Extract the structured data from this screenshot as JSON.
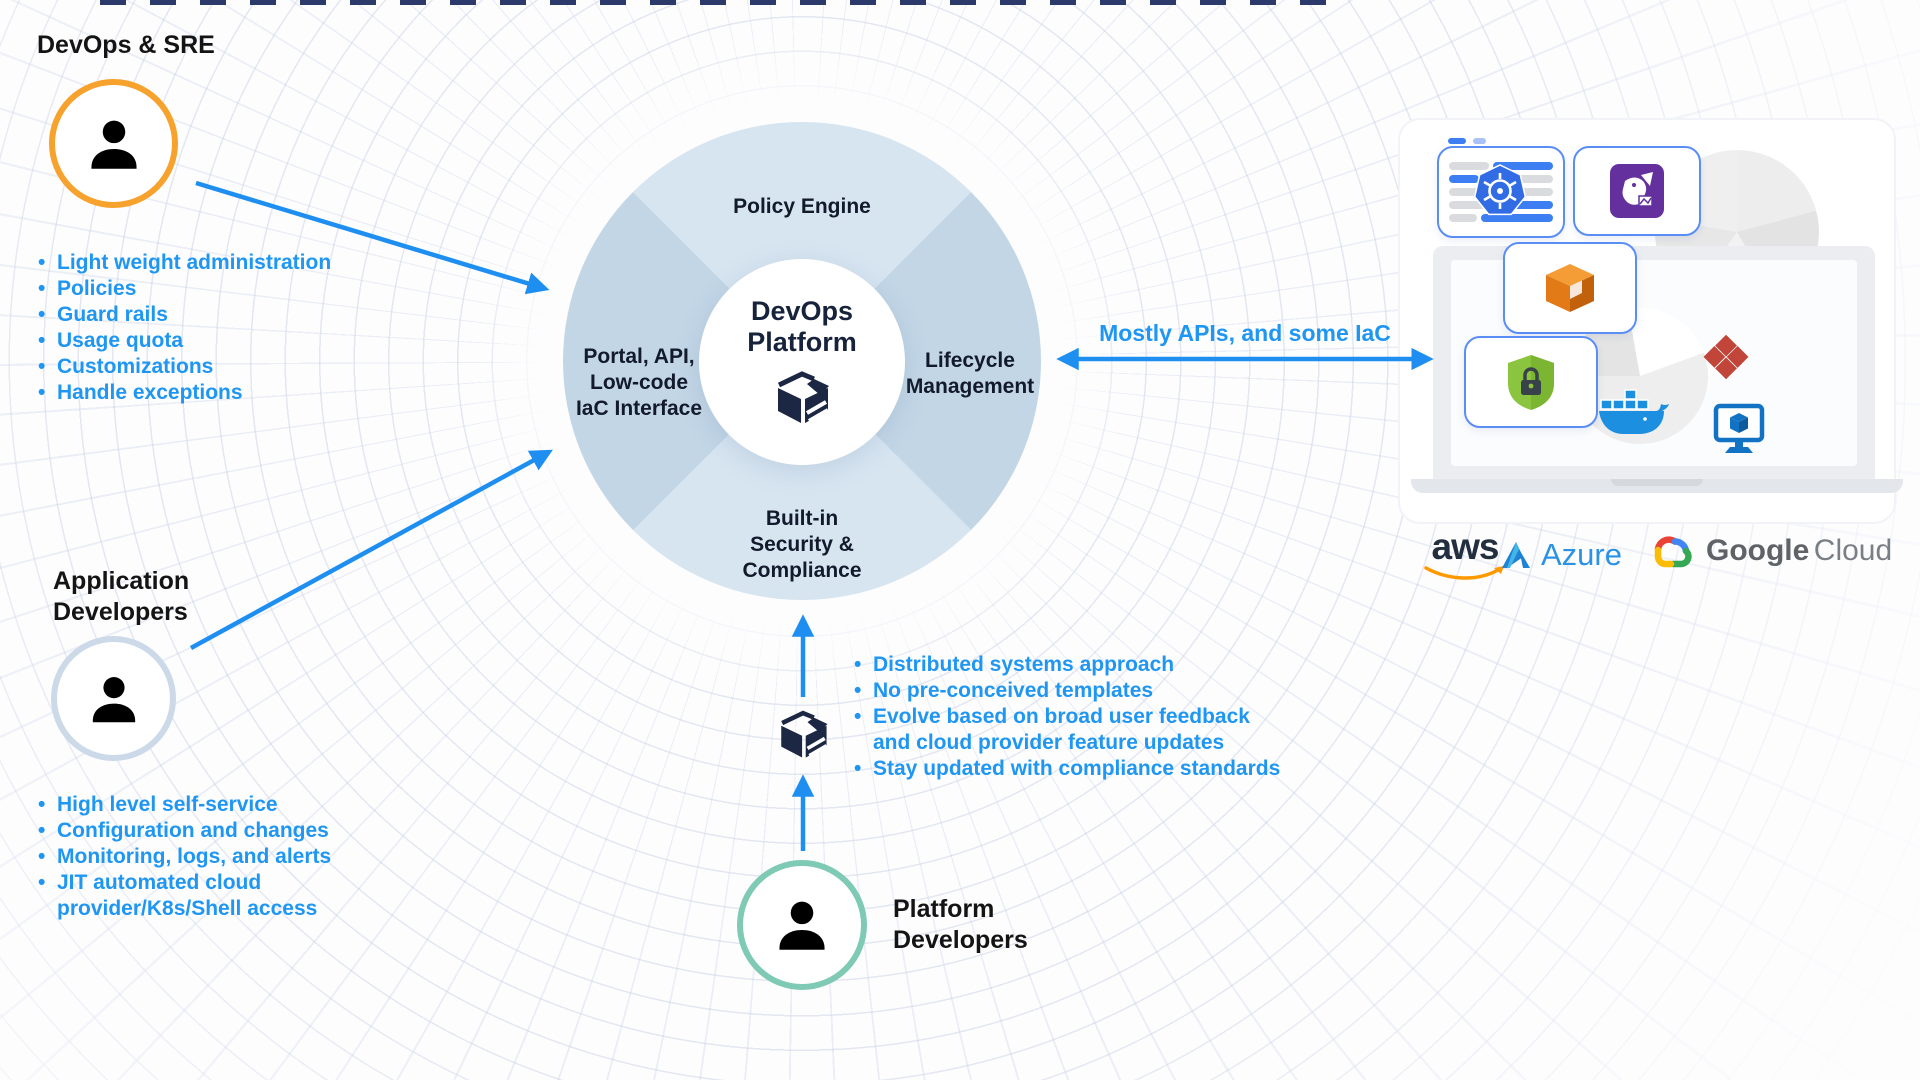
{
  "personas": {
    "devops_sre": {
      "title": "DevOps & SRE",
      "bullets": [
        "Light weight administration",
        "Policies",
        "Guard rails",
        "Usage quota",
        "Customizations",
        "Handle exceptions"
      ]
    },
    "application_developers": {
      "title_lines": [
        "Application",
        "Developers"
      ],
      "bullets": [
        "High level self-service",
        "Configuration and changes",
        "Monitoring, logs, and alerts",
        "JIT automated cloud provider/K8s/Shell access"
      ]
    },
    "platform_developers": {
      "title_lines": [
        "Platform",
        "Developers"
      ],
      "bullets": [
        "Distributed systems approach",
        "No pre-conceived templates",
        "Evolve based on broad user feedback and cloud provider feature updates",
        "Stay updated with compliance standards"
      ]
    }
  },
  "platform_circle": {
    "center_lines": [
      "DevOps",
      "Platform"
    ],
    "quadrant_top": "Policy Engine",
    "quadrant_left_lines": [
      "Portal, API,",
      "Low-code",
      "IaC Interface"
    ],
    "quadrant_right_lines": [
      "Lifecycle",
      "Management"
    ],
    "quadrant_bottom_lines": [
      "Built-in",
      "Security &",
      "Compliance"
    ]
  },
  "connections": {
    "api_label": "Mostly APIs, and some IaC"
  },
  "cloud_providers": {
    "aws_label": "aws",
    "azure_label": "Azure",
    "google_word_1": "Google",
    "google_word_2": "Cloud"
  },
  "icons": {
    "center": "open-box-platform-logo",
    "tools": [
      "kubernetes-dashboard",
      "datadog",
      "aws-service-cube",
      "security-shield-lock",
      "red-blocks-service",
      "docker-whale",
      "vm-monitor-cube"
    ]
  },
  "colors": {
    "accent_blue_text": "#1e96f2",
    "arrow_blue": "#1e8ff0",
    "devops_ring_orange": "#f6a22d",
    "appdev_ring_steel": "#cbd9e8",
    "platformdev_ring_teal": "#7ecab4",
    "quadrant_light": "#d7e5f1",
    "quadrant_dark": "#c2d6e6",
    "navy_icon": "#1b2743",
    "aws_orange": "#ff9900",
    "azure_blue": "#2b92e4",
    "k8s_blue": "#326ce5",
    "datadog_purple": "#63309e",
    "docker_blue": "#1d8fe1",
    "shield_green": "#8bc53f"
  }
}
